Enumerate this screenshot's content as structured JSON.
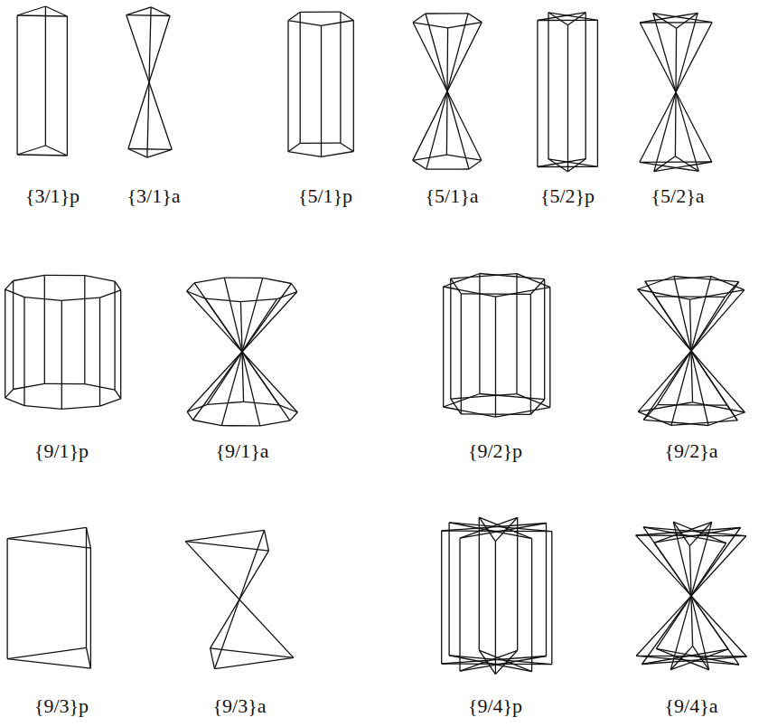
{
  "diagram": {
    "labels": [
      "{3/1}p",
      "{3/1}a",
      "{5/1}p",
      "{5/1}a",
      "{5/2}p",
      "{5/2}a",
      "{9/1}p",
      "{9/1}a",
      "{9/2}p",
      "{9/2}a",
      "{9/3}p",
      "{9/3}a",
      "{9/4}p",
      "{9/4}a"
    ]
  }
}
